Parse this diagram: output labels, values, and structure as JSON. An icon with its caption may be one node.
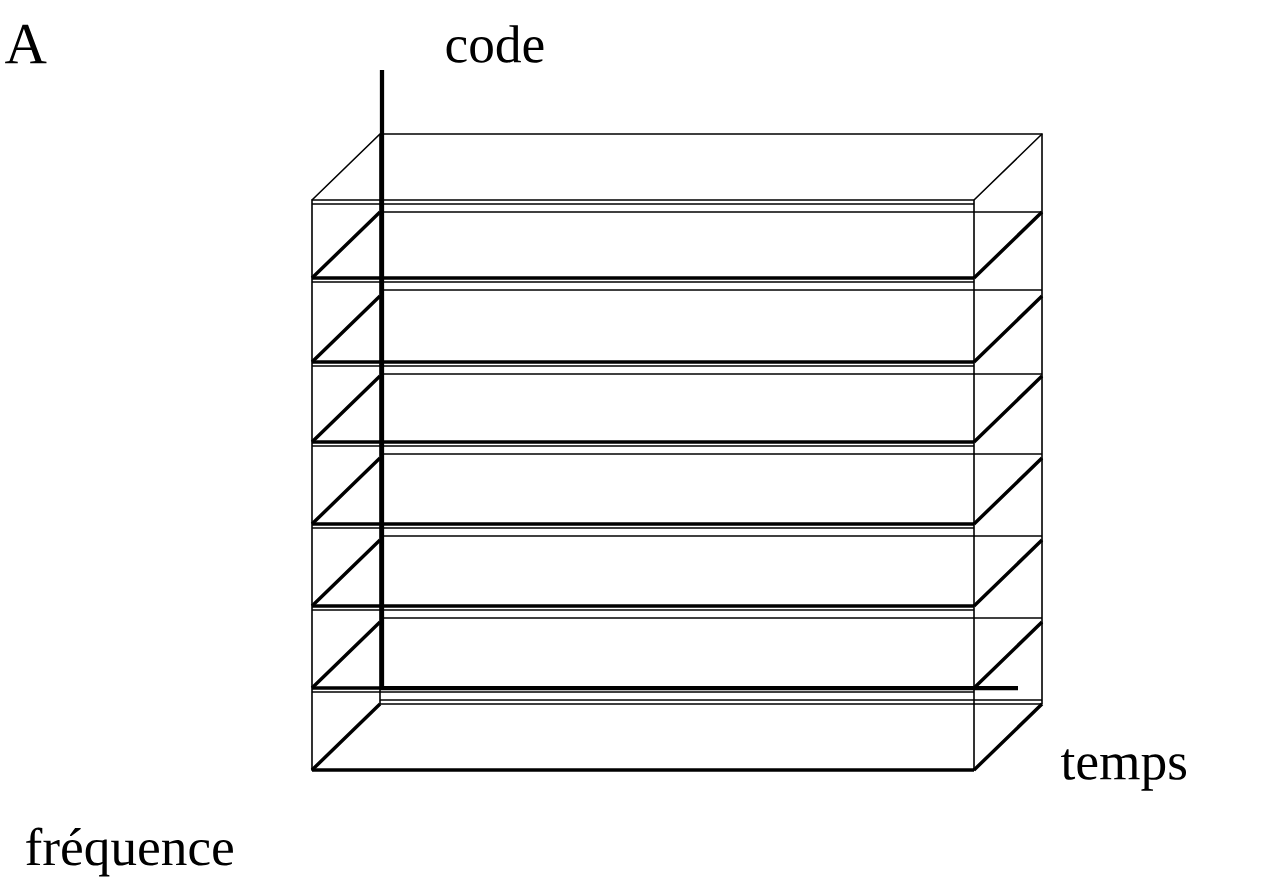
{
  "diagram": {
    "labels": [
      "A",
      "code",
      "temps",
      "fréquence"
    ]
  }
}
